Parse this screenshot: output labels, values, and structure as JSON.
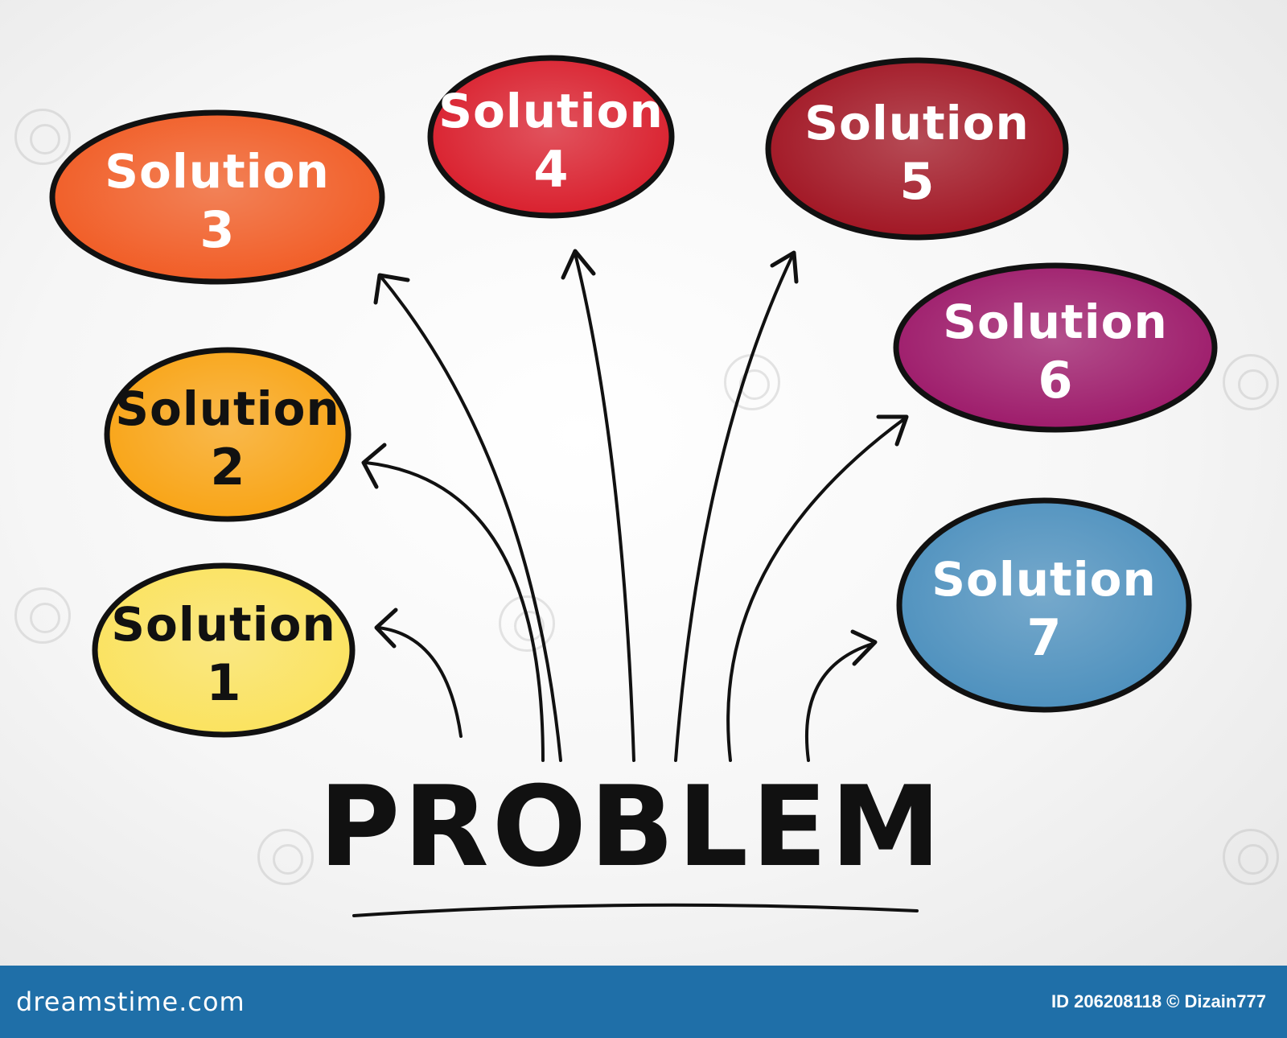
{
  "diagram": {
    "problem_label": "PROBLEM",
    "solution_word": "Solution",
    "nodes": [
      {
        "number": "1",
        "fill": "#fbe25c",
        "text_color": "#111111"
      },
      {
        "number": "2",
        "fill": "#f9a312",
        "text_color": "#111111"
      },
      {
        "number": "3",
        "fill": "#f15a22",
        "text_color": "#ffffff"
      },
      {
        "number": "4",
        "fill": "#d91c2a",
        "text_color": "#ffffff"
      },
      {
        "number": "5",
        "fill": "#a01220",
        "text_color": "#ffffff"
      },
      {
        "number": "6",
        "fill": "#9c1768",
        "text_color": "#ffffff"
      },
      {
        "number": "7",
        "fill": "#4b8fbd",
        "text_color": "#ffffff"
      }
    ]
  },
  "footer": {
    "brand": "dreamstime.com",
    "meta": "ID 206208118 © Dizain777",
    "bar_color": "#1f6fa8"
  },
  "watermark": {
    "icon": "dreamstime-spiral-icon"
  }
}
